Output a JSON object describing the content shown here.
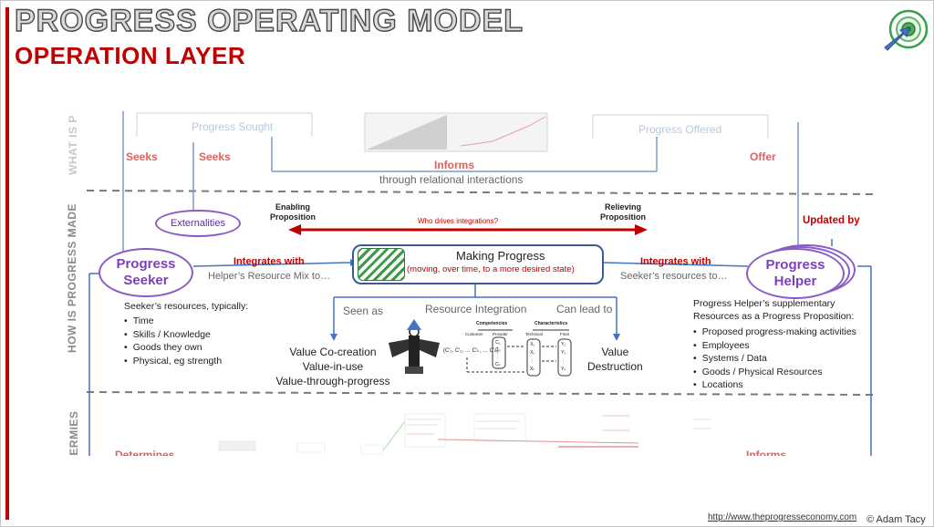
{
  "header": {
    "title": "PROGRESS OPERATING MODEL",
    "subtitle": "OPERATION LAYER"
  },
  "sections": {
    "top": "WHAT IS P",
    "middle": "HOW IS PROGRESS MADE",
    "bottom": "TERMIES"
  },
  "top": {
    "progress_sought": "Progress Sought",
    "progress_offered": "Progress Offered",
    "seeks_1": "Seeks",
    "seeks_2": "Seeks",
    "offer": "Offer",
    "informs": "Informs",
    "relational": "through relational interactions"
  },
  "middle": {
    "externalities": "Externalities",
    "enabling": "Enabling\nProposition",
    "relieving": "Relieving\nProposition",
    "who_drives": "Who drives integrations?",
    "updated_by": "Updated by",
    "seeker": "Progress\nSeeker",
    "helper": "Progress\nHelper",
    "integrates_left": "Integrates with",
    "integrates_right": "Integrates with",
    "helpers_mix": "Helper’s Resource Mix to…",
    "seekers_resources_to": "Seeker’s resources to…",
    "making_progress": "Making Progress",
    "making_sub": "(moving, over time, to a more desired state)",
    "seen_as": "Seen as",
    "resource_integration": "Resource Integration",
    "can_lead_to": "Can lead to",
    "value_left": [
      "Value Co-creation",
      "Value-in-use",
      "Value-through-progress"
    ],
    "value_right": "Value\nDestruction",
    "seeker_resources_title": "Seeker’s resources, typically:",
    "seeker_resources": [
      "Time",
      "Skills / Knowledge",
      "Goods they own",
      "Physical, eg strength"
    ],
    "helper_resources_title": "Progress Helper’s supplementary\nResources as a Progress Proposition:",
    "helper_resources": [
      "Proposed progress-making activities",
      "Employees",
      "Systems / Data",
      "Goods / Physical Resources",
      "Locations"
    ],
    "matrix": {
      "competencies": "Competencies",
      "characteristics": "Characteristics",
      "customer": "Customer",
      "provider": "Provider",
      "technical": "Technical",
      "final": "Final",
      "tuple": "(C′₁, C′₂, … C′ₖ, … C′ₚ)",
      "c_vec": [
        "C₁",
        "C₂",
        "⋮",
        "Cₖ"
      ],
      "x_vec": [
        "X₁",
        "X₂",
        "⋮",
        "Xₖ"
      ],
      "y_vec": [
        "Y₁",
        "Y₂",
        "⋮",
        "Yₖ"
      ]
    }
  },
  "bottom": {
    "determines": "Determines",
    "informs": "Informs"
  },
  "footer": {
    "url": "http://www.theprogresseconomy.com",
    "copyright": "© Adam Tacy"
  },
  "colors": {
    "accent_red": "#c00000",
    "purple": "#7b3fbf",
    "blue_line": "#4472c4",
    "faded_blue": "#b8c8e0"
  }
}
